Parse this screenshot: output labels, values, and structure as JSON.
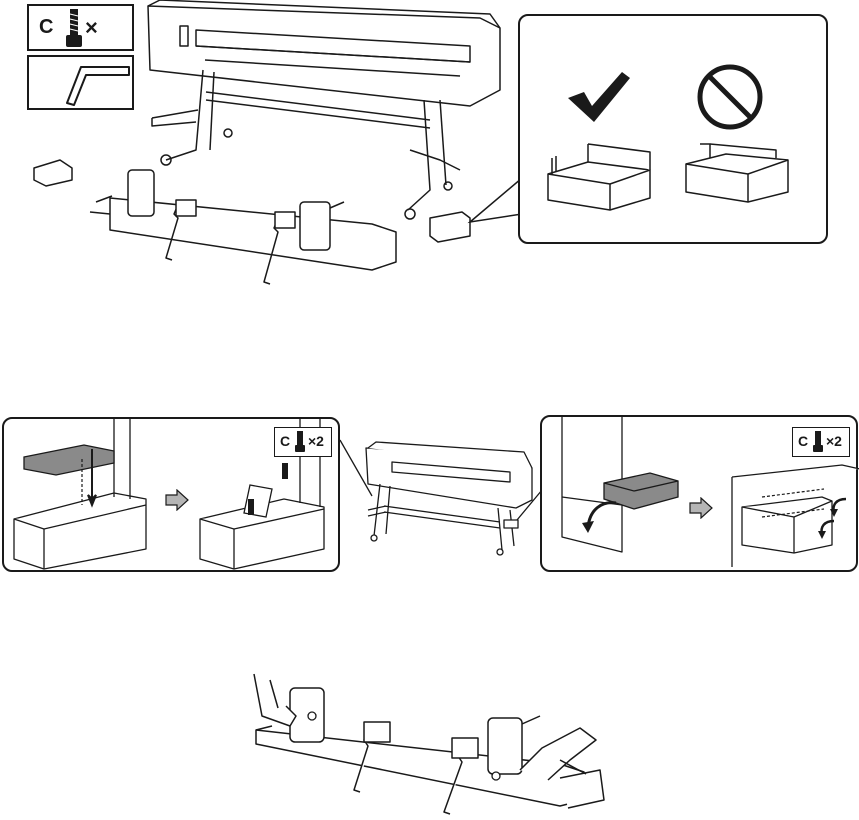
{
  "parts": {
    "screw_letter": "C",
    "screw_mult": "×",
    "screw_icon": "hex-bolt-icon",
    "tool_icon": "hex-key-icon"
  },
  "step2": {
    "left_callout": {
      "screw_letter": "C",
      "screw_qty": "×2"
    },
    "right_callout": {
      "screw_letter": "C",
      "screw_qty": "×2"
    }
  },
  "colors": {
    "ink": "#1a1a1a",
    "part_fill": "#8a8a8a",
    "arrow_fill": "#b5b5b5",
    "paper": "#ffffff"
  },
  "icons": [
    "hex-bolt-icon",
    "hex-key-icon",
    "checkmark-icon",
    "prohibited-icon",
    "next-step-arrow-icon",
    "rotate-arrow-icon"
  ]
}
